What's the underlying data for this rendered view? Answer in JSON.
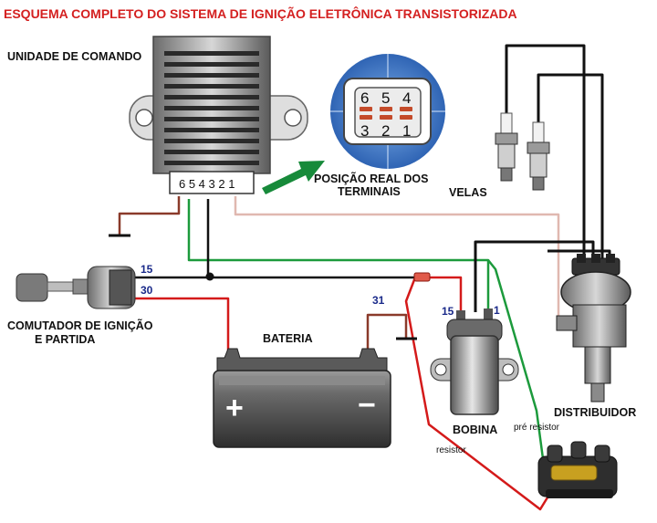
{
  "title": "ESQUEMA COMPLETO DO SISTEMA DE IGNIÇÃO ELETRÔNICA TRANSISTORIZADA",
  "labels": {
    "control_unit": "UNIDADE DE COMANDO",
    "terminal_strip": "6 5 4 3 2 1",
    "terminal_position_line1": "POSIÇÃO REAL DOS",
    "terminal_position_line2": "TERMINAIS",
    "spark_plugs": "VELAS",
    "ignition_switch_line1": "COMUTADOR DE IGNIÇÃO",
    "ignition_switch_line2": "E PARTIDA",
    "battery": "BATERIA",
    "battery_plus": "+",
    "battery_minus": "−",
    "coil": "BOBINA",
    "distributor": "DISTRIBUIDOR",
    "pre_resistor": "pré resistor",
    "resistor": "resistor"
  },
  "terminal_numbers": {
    "t15_switch": "15",
    "t30_switch": "30",
    "t31_battery": "31",
    "t15_coil": "15",
    "t1_coil": "1"
  },
  "connector_pins": {
    "top": [
      "6",
      "5",
      "4"
    ],
    "bottom": [
      "3",
      "2",
      "1"
    ]
  },
  "colors": {
    "title": "#d42020",
    "wire_black": "#111111",
    "wire_red": "#d41a1a",
    "wire_green": "#1c9a3c",
    "wire_brown": "#8a3a2a",
    "wire_pink": "#e0b8b0",
    "arrow_green": "#178a3a",
    "connector_blue": "#3f78c8"
  }
}
